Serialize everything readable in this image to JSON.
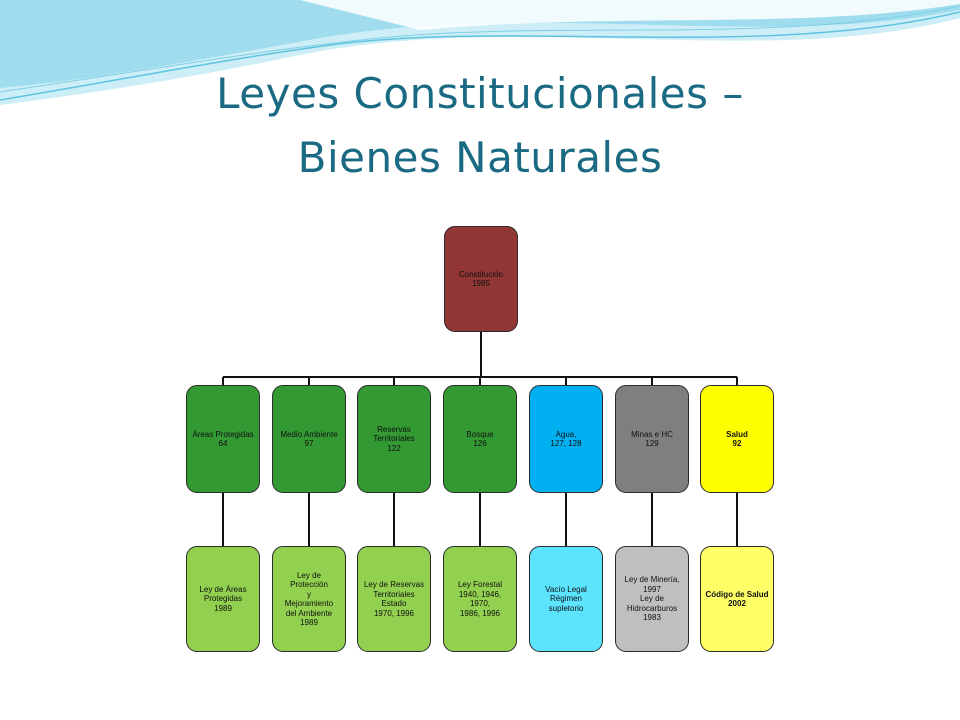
{
  "title": {
    "line1": "Leyes  Constitucionales –",
    "line2": "Bienes Naturales"
  },
  "colors": {
    "title": "#1b6a84",
    "root": "#913535",
    "dark_green": "#339933",
    "light_green": "#92d050",
    "blue": "#00b0f0",
    "light_blue": "#5ce4ff",
    "gray": "#7f7f7f",
    "light_gray": "#bfbfbf",
    "yellow": "#ffff00",
    "light_yellow": "#ffff66",
    "wave": "#8fd6ea"
  },
  "root": {
    "label": "Constitución\n1985"
  },
  "categories": [
    {
      "label": "Áreas Protegidas\n64",
      "bold": false,
      "color": "dark_green",
      "child": {
        "label": "Ley de Áreas\nProtegidas\n1989",
        "color": "light_green",
        "bold": false
      }
    },
    {
      "label": "Medio Ambiente\n97",
      "bold": false,
      "color": "dark_green",
      "child": {
        "label": "Ley de Protección\ny\nMejoramiento\ndel Ambiente\n1989",
        "color": "light_green",
        "bold": false
      }
    },
    {
      "label": "Reservas\nTerritoriales\n122",
      "bold": false,
      "color": "dark_green",
      "child": {
        "label": "Ley de Reservas\nTerritoriales Estado\n1970, 1996",
        "color": "light_green",
        "bold": false
      }
    },
    {
      "label": "Bosque\n126",
      "bold": false,
      "color": "dark_green",
      "child": {
        "label": "Ley Forestal\n1940, 1946, 1970,\n1986, 1996",
        "color": "light_green",
        "bold": false
      }
    },
    {
      "label": "Agua,\n127, 128",
      "bold": false,
      "color": "blue",
      "child": {
        "label": "Vacío Legal\nRégimen supletorio",
        "color": "light_blue",
        "bold": false
      }
    },
    {
      "label": "Minas e HC\n129",
      "bold": false,
      "color": "gray",
      "child": {
        "label": "Ley de Minería,\n1997\nLey de\nHidrocarburos\n1983",
        "color": "light_gray",
        "bold": false
      }
    },
    {
      "label": "Salud\n92",
      "bold": true,
      "color": "yellow",
      "child": {
        "label": "Código de Salud\n2002",
        "color": "light_yellow",
        "bold": true
      }
    }
  ]
}
